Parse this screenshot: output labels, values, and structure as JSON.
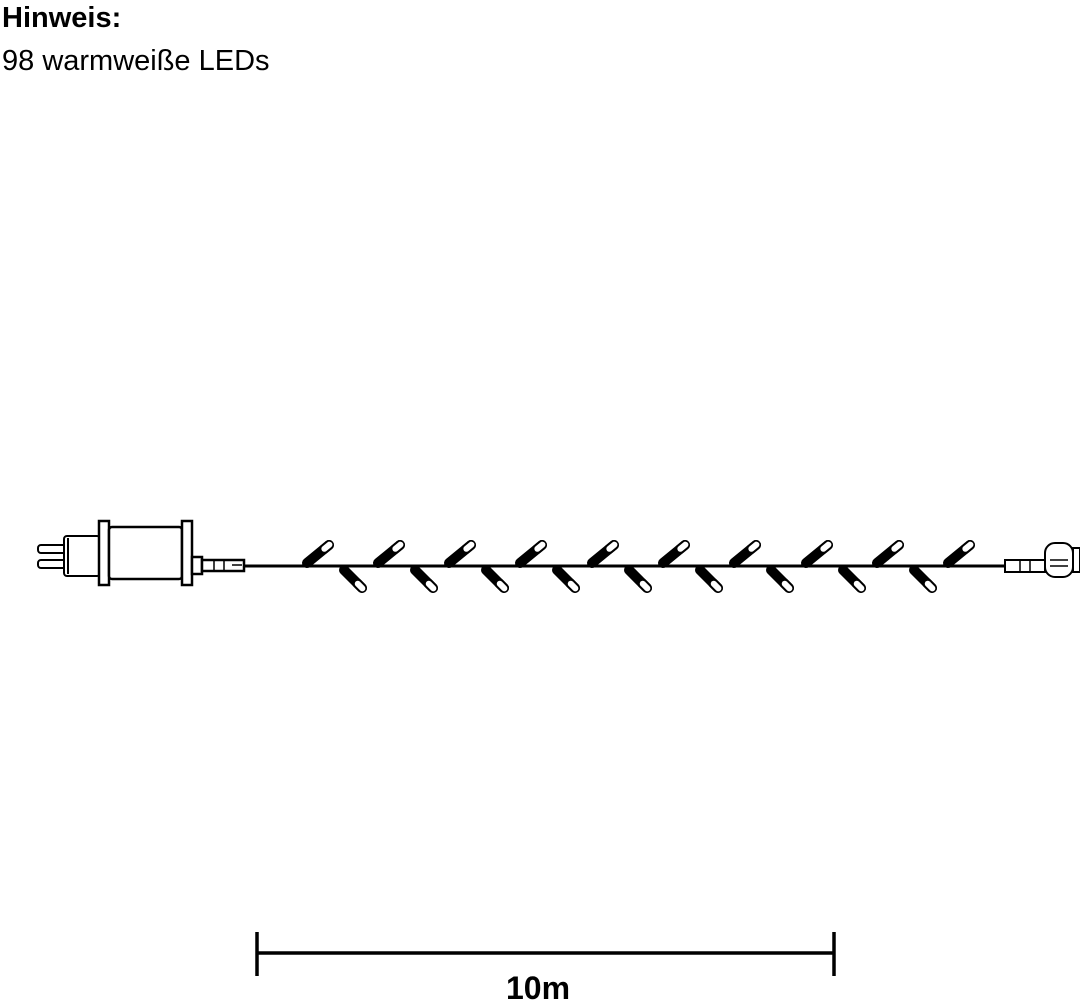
{
  "note": {
    "title": "Hinweis:",
    "text": "98 warmweiße LEDs"
  },
  "diagram": {
    "subject": "led-light-string",
    "icons": [
      "power-plug-icon",
      "power-adapter-icon",
      "led-bulb-icon",
      "end-connector-icon"
    ],
    "led_glyphs_shown": 19,
    "cable_color": "#000000",
    "led_fill_color": "#ffffff"
  },
  "scale": {
    "label": "10m"
  }
}
